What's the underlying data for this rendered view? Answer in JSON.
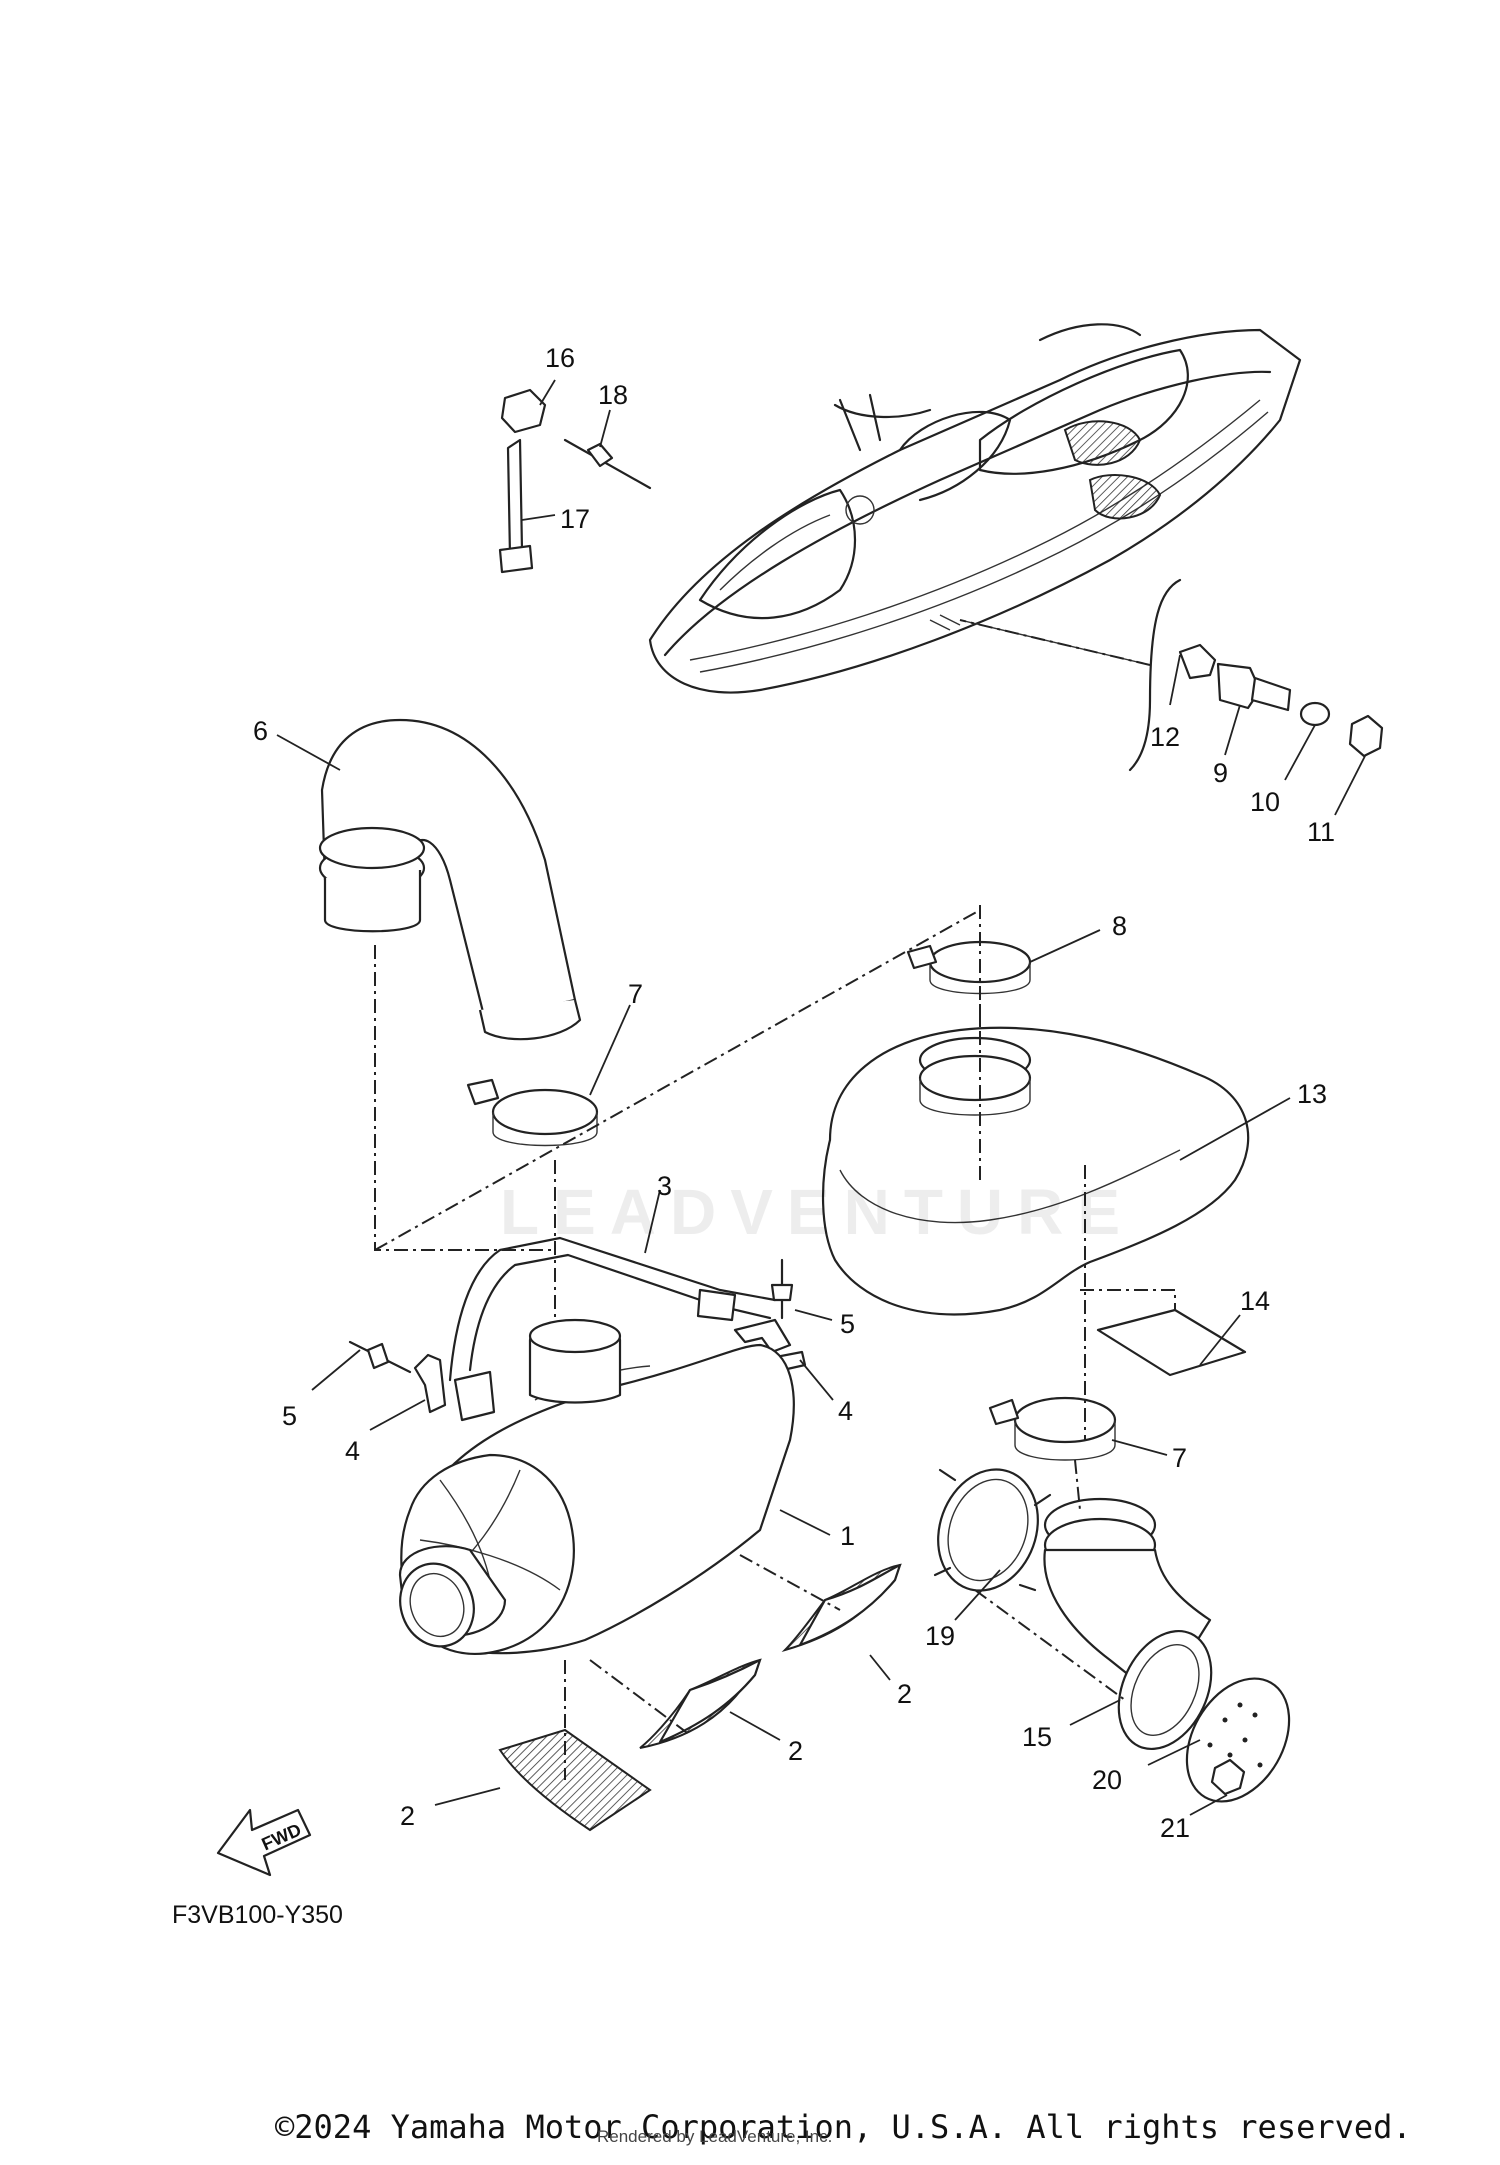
{
  "diagram": {
    "figure_code": "F3VB100-Y350",
    "fwd_label": "FWD",
    "watermark_text": "LEADVENTURE",
    "copyright": "©2024 Yamaha Motor Corporation, U.S.A. All rights reserved.",
    "rendered_by": "Rendered by LeadVenture, Inc.",
    "callouts": [
      {
        "id": "c16",
        "label": "16"
      },
      {
        "id": "c18",
        "label": "18"
      },
      {
        "id": "c17",
        "label": "17"
      },
      {
        "id": "c12",
        "label": "12"
      },
      {
        "id": "c9",
        "label": "9"
      },
      {
        "id": "c10",
        "label": "10"
      },
      {
        "id": "c11",
        "label": "11"
      },
      {
        "id": "c6",
        "label": "6"
      },
      {
        "id": "c8",
        "label": "8"
      },
      {
        "id": "c7a",
        "label": "7"
      },
      {
        "id": "c13",
        "label": "13"
      },
      {
        "id": "c3",
        "label": "3"
      },
      {
        "id": "c5a",
        "label": "5"
      },
      {
        "id": "c5b",
        "label": "5"
      },
      {
        "id": "c4a",
        "label": "4"
      },
      {
        "id": "c4b",
        "label": "4"
      },
      {
        "id": "c14",
        "label": "14"
      },
      {
        "id": "c7b",
        "label": "7"
      },
      {
        "id": "c1",
        "label": "1"
      },
      {
        "id": "c19",
        "label": "19"
      },
      {
        "id": "c2a",
        "label": "2"
      },
      {
        "id": "c2b",
        "label": "2"
      },
      {
        "id": "c2c",
        "label": "2"
      },
      {
        "id": "c15",
        "label": "15"
      },
      {
        "id": "c20",
        "label": "20"
      },
      {
        "id": "c21",
        "label": "21"
      }
    ]
  }
}
